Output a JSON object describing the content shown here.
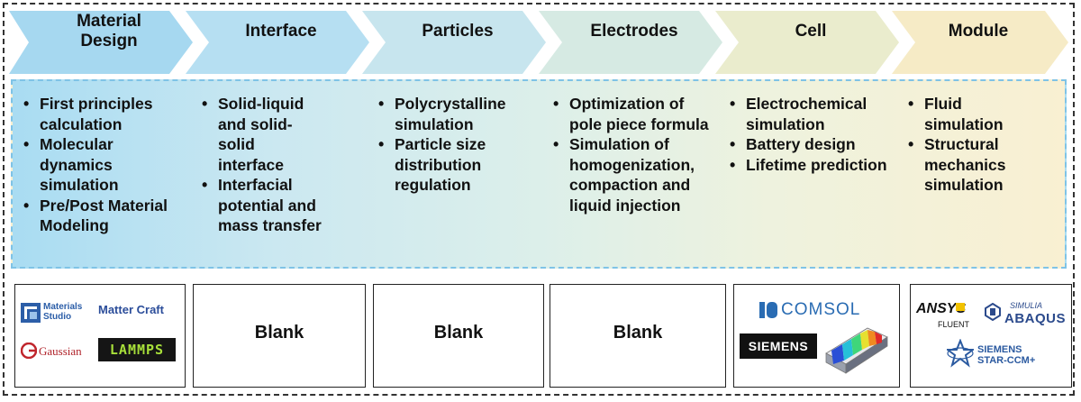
{
  "stages": [
    {
      "label": "Material Design"
    },
    {
      "label": "Interface"
    },
    {
      "label": "Particles"
    },
    {
      "label": "Electrodes"
    },
    {
      "label": "Cell"
    },
    {
      "label": "Module"
    }
  ],
  "colors": {
    "stage_fills": [
      "#a6d8f0",
      "#b6dff2",
      "#c7e5ee",
      "#d6eae3",
      "#eaeccd",
      "#f6ebc6"
    ],
    "band_border": "#7fc3e6",
    "comsol_blue": "#2a6cb3",
    "ansys_yellow": "#f2c200",
    "abaqus_blue": "#2b4a8c",
    "lammps_green": "#a8e03a",
    "gaussian_red": "#c0262d"
  },
  "descriptions": [
    [
      "First principles calculation",
      "Molecular dynamics simulation",
      "Pre/Post Material Modeling"
    ],
    [
      "Solid-liquid and solid-solid interface",
      "Interfacial potential and mass transfer"
    ],
    [
      "Polycrystalline simulation",
      "Particle size distribution regulation"
    ],
    [
      "Optimization of pole piece formula",
      "Simulation of homogenization, compaction and liquid injection"
    ],
    [
      "Electrochemical simulation",
      "Battery design",
      "Lifetime prediction"
    ],
    [
      "Fluid simulation",
      "Structural mechanics simulation"
    ]
  ],
  "software": {
    "material": {
      "ms_line1": "Materials",
      "ms_line2": "Studio",
      "matter_craft": "Matter Craft",
      "gaussian": "Gaussian",
      "lammps": "LAMMPS"
    },
    "interface_label": "Blank",
    "particles_label": "Blank",
    "electrodes_label": "Blank",
    "cell": {
      "comsol": "COMSOL",
      "siemens": "SIEMENS"
    },
    "module": {
      "ansys": "ANSYS",
      "fluent": "FLUENT",
      "simulia": "SIMULIA",
      "abaqus": "ABAQUS",
      "siemens": "SIEMENS",
      "starccm": "STAR-CCM+"
    }
  }
}
